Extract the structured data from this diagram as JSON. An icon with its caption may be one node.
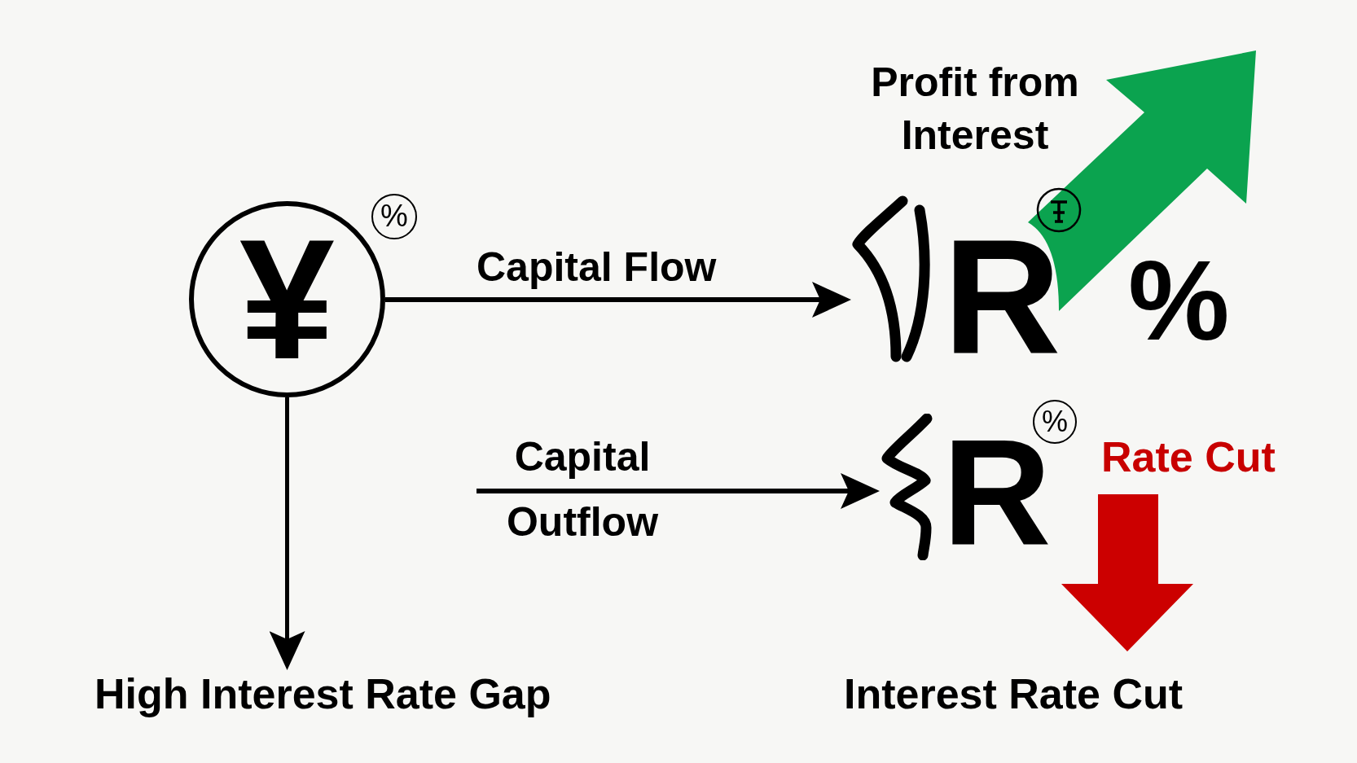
{
  "diagram": {
    "nodes": [
      {
        "text": [
          "¥"
        ]
      },
      {
        "text": [
          "%"
        ]
      },
      {
        "text": [
          "R"
        ]
      },
      {
        "text": [],
        "shape": "circle"
      },
      {
        "text": [
          "R"
        ]
      },
      {
        "text": [
          "%"
        ]
      },
      {
        "text": [
          "High Interest Rate Gap"
        ]
      }
    ],
    "edges": [
      {
        "from": 0,
        "to": 2,
        "arrow": "to",
        "label": "Capital Flow"
      },
      {
        "from": null,
        "to": 4,
        "arrow": "to",
        "label": "Capital Outflow"
      },
      {
        "from": 0,
        "to": 6,
        "arrow": "to"
      }
    ],
    "labels": [
      "Profit from Interest",
      "%",
      "Rate Cut",
      "Interest Rate Cut"
    ]
  }
}
